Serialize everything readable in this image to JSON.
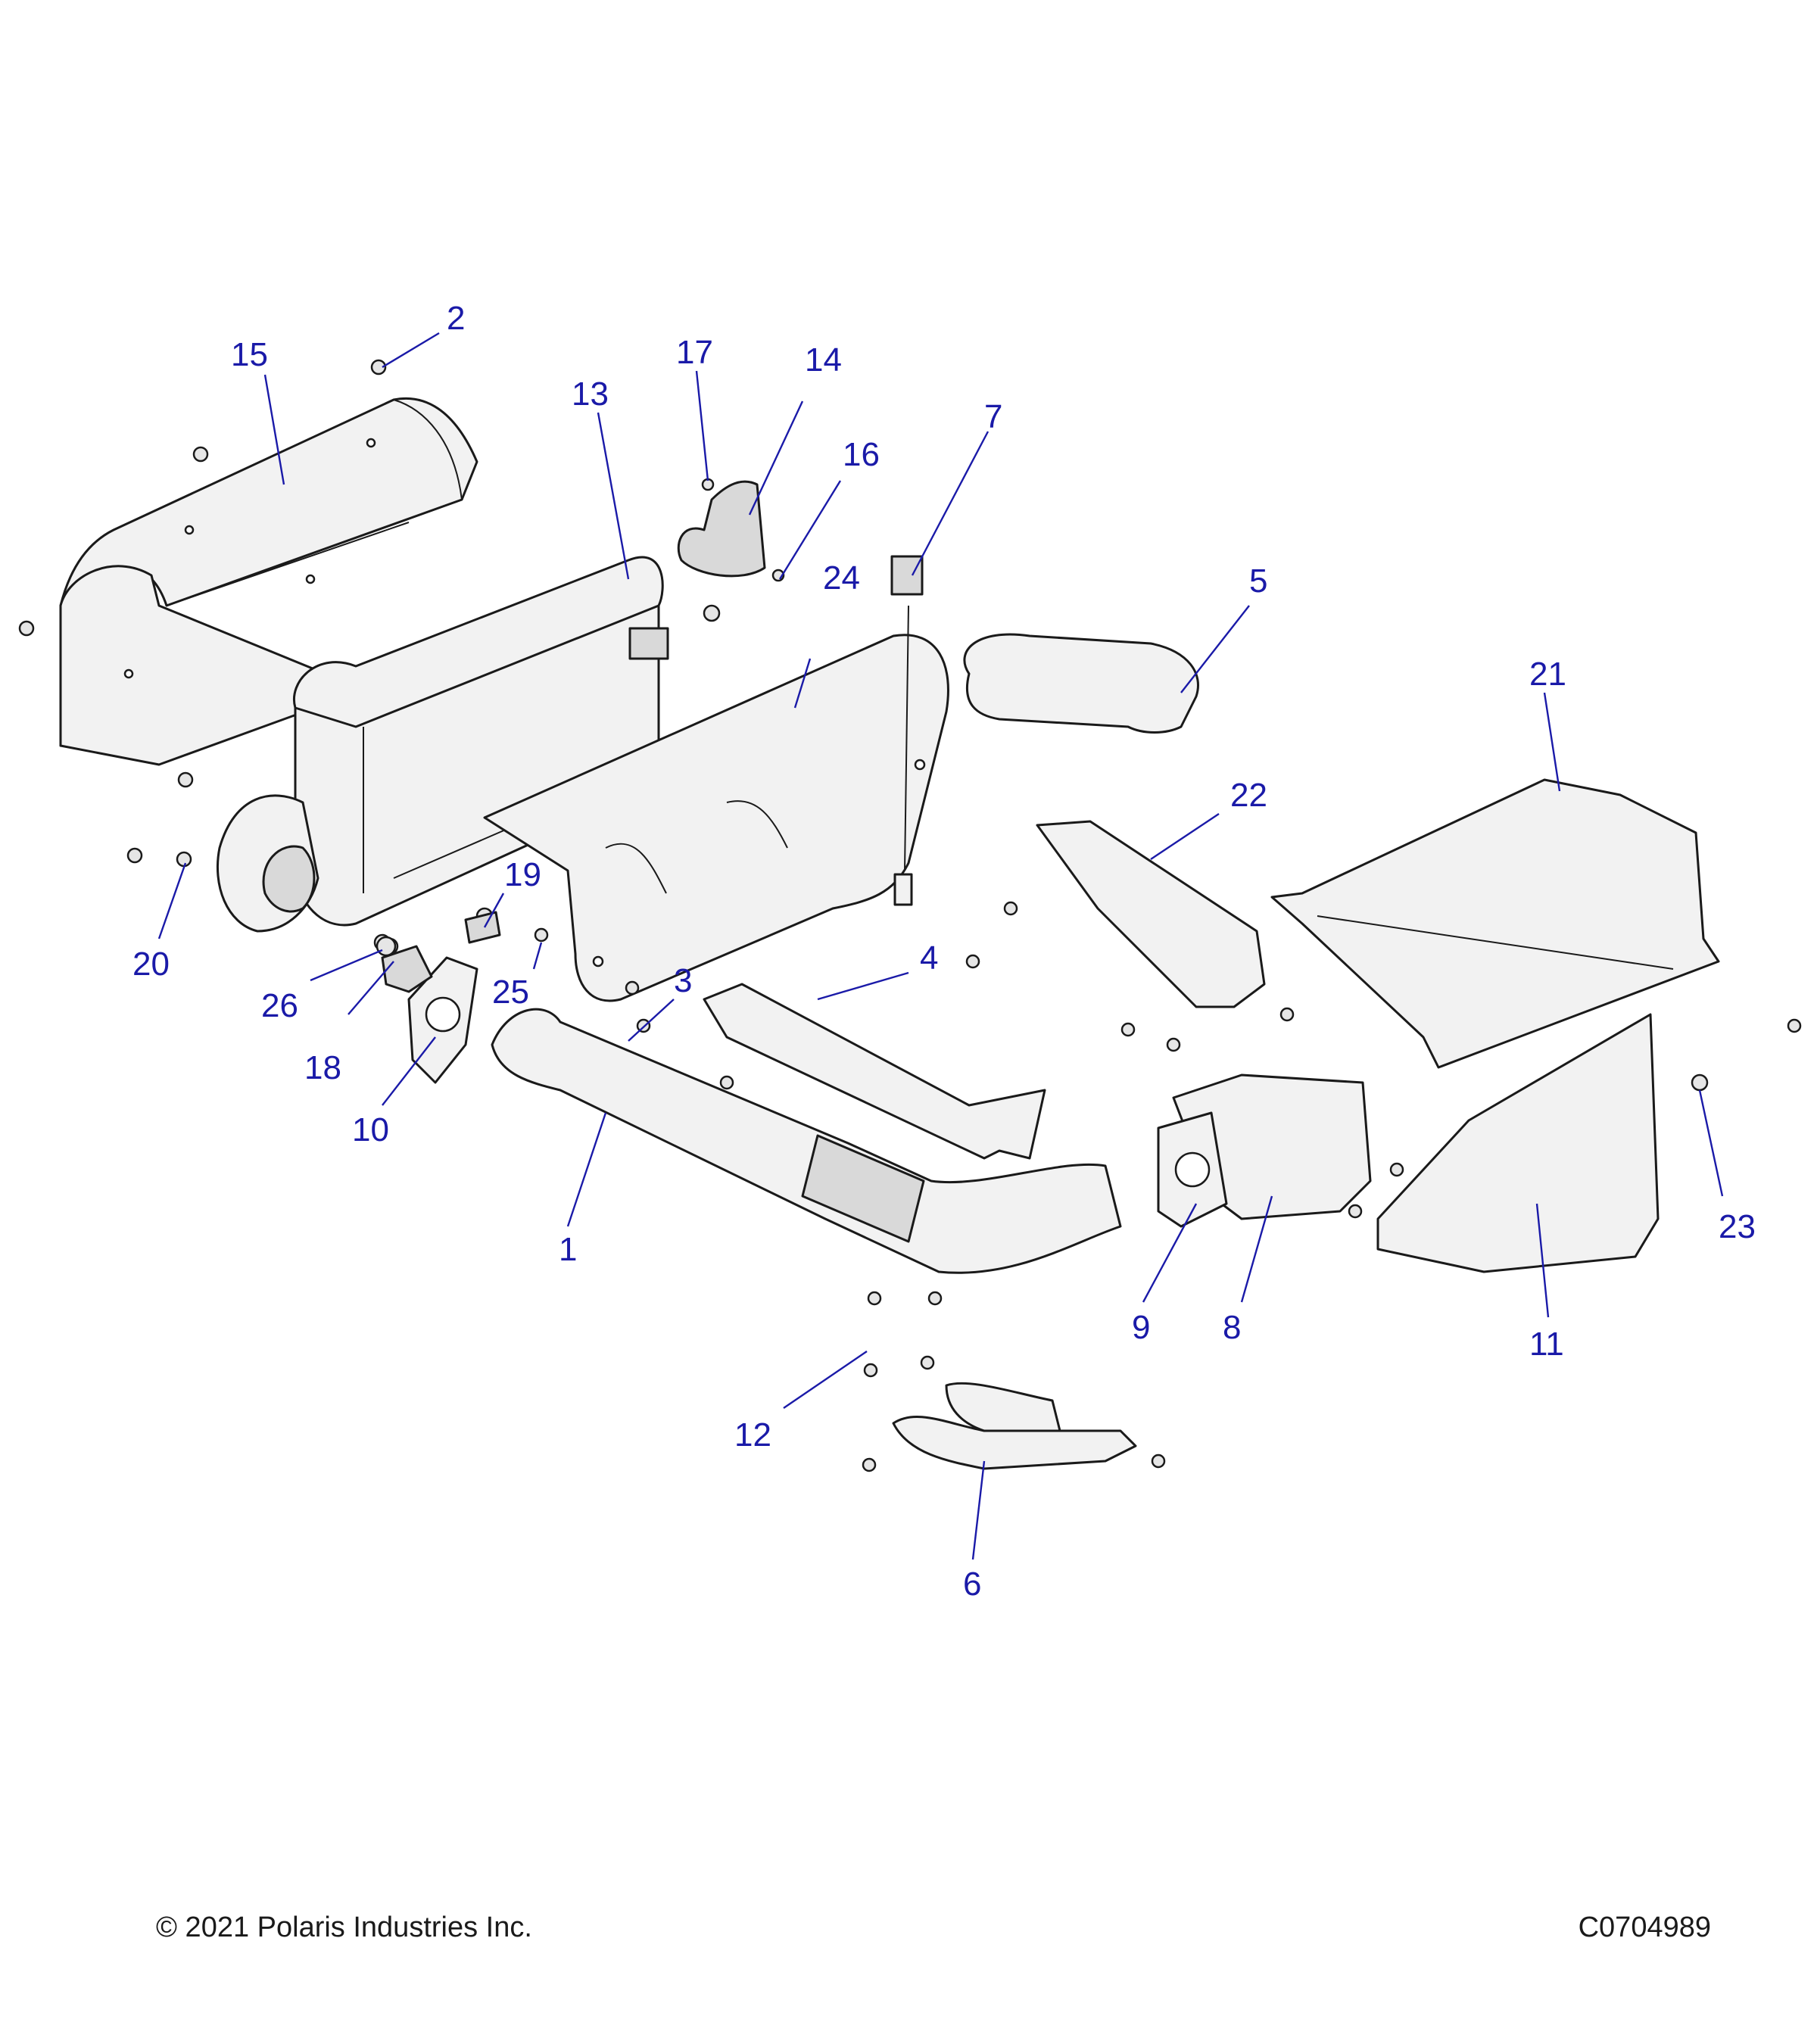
{
  "callouts": [
    "1",
    "2",
    "3",
    "4",
    "5",
    "6",
    "7",
    "8",
    "9",
    "10",
    "11",
    "12",
    "13",
    "14",
    "15",
    "16",
    "17",
    "18",
    "19",
    "20",
    "21",
    "22",
    "23",
    "24",
    "25",
    "26"
  ],
  "footer": {
    "copyright": "© 2021 Polaris Industries Inc.",
    "drawing_id": "C0704989"
  }
}
